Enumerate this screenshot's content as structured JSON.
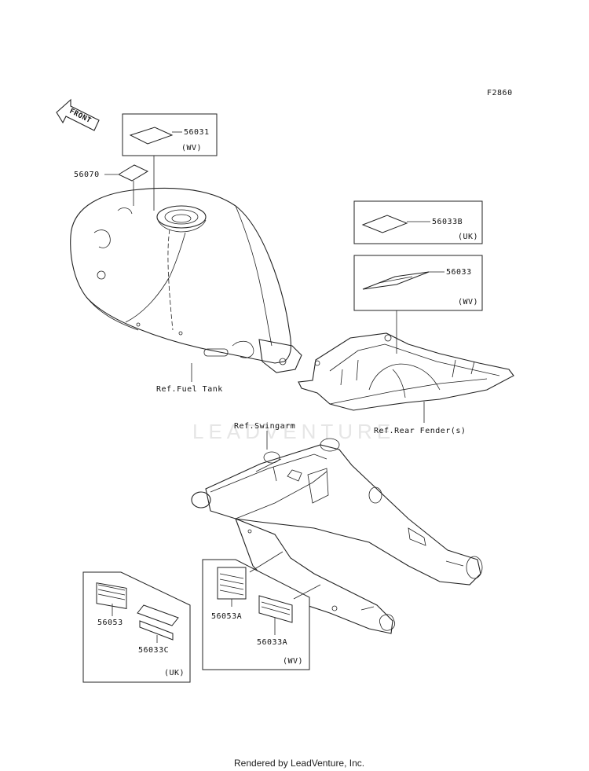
{
  "figure_code": "F2860",
  "front_marker": "FRONT",
  "watermark": "LEADVENTURE",
  "footer": "Rendered by LeadVenture, Inc.",
  "parts": {
    "p56031": {
      "number": "56031",
      "region": "(WV)"
    },
    "p56070": {
      "number": "56070"
    },
    "p56033B": {
      "number": "56033B",
      "region": "(UK)"
    },
    "p56033": {
      "number": "56033",
      "region": "(WV)"
    },
    "p56053": {
      "number": "56053"
    },
    "p56033C": {
      "number": "56033C",
      "group_region": "(UK)"
    },
    "p56053A": {
      "number": "56053A"
    },
    "p56033A": {
      "number": "56033A",
      "group_region": "(WV)"
    }
  },
  "references": {
    "fuel_tank": "Ref.Fuel Tank",
    "swingarm": "Ref.Swingarm",
    "rear_fender": "Ref.Rear Fender(s)"
  }
}
